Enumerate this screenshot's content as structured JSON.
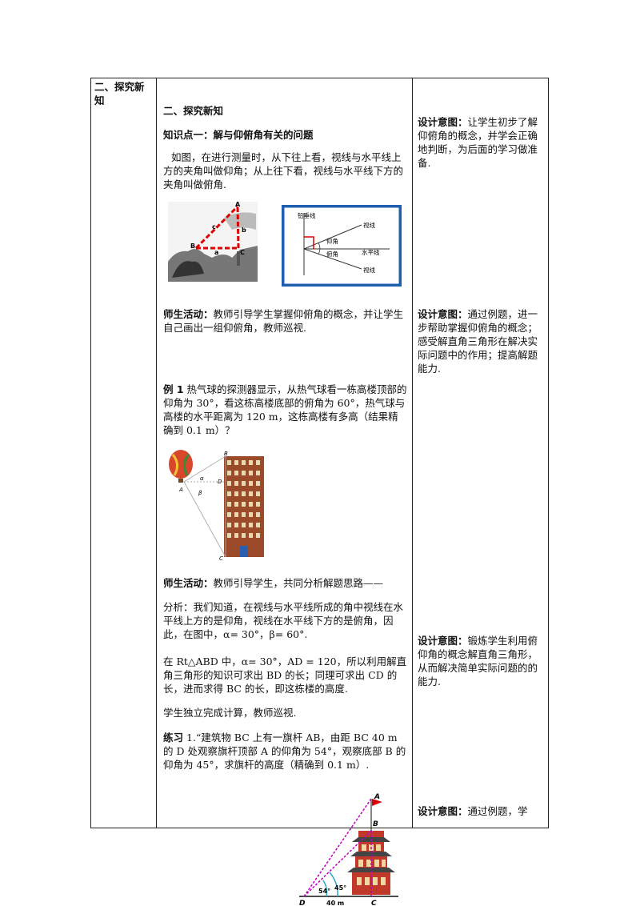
{
  "section": {
    "label_left": "二、探究新知",
    "heading": "二、探究新知",
    "knowledge_point": "知识点一：解与仰俯角有关的问题",
    "intro": "如图，在进行测量时，从下往上看，视线与水平线上方的夹角叫做仰角；从上往下看，视线与水平线下方的夹角叫做俯角."
  },
  "figure1": {
    "labels": [
      "A",
      "c",
      "b",
      "B",
      "a",
      "C"
    ]
  },
  "figure2": {
    "labels": [
      "铅垂线",
      "视线",
      "仰角",
      "俯角",
      "水平线",
      "视线"
    ]
  },
  "activity1": {
    "title": "师生活动：",
    "text": "教师引导学生掌握仰俯角的概念，并让学生自己画出一组仰俯角，教师巡视."
  },
  "example1": {
    "title": "例 1",
    "text": "热气球的探测器显示，从热气球看一栋高楼顶部的仰角为 30°，看这栋高楼底部的俯角为 60°，热气球与高楼的水平距离为 120 m，这栋高楼有多高（结果精确到 0.1 m）？"
  },
  "figure3": {
    "labels": [
      "B",
      "α",
      "D",
      "A",
      "β",
      "C"
    ]
  },
  "activity2": {
    "title": "师生活动：",
    "text": "教师引导学生，共同分析解题思路——"
  },
  "analysis": {
    "p1": "分析：我们知道，在视线与水平线所成的角中视线在水平线上方的是仰角，视线在水平线下方的是俯角，因此，在图中，α= 30°，β= 60°.",
    "p2": "在 Rt△ABD 中，α= 30°，AD = 120，所以利用解直角三角形的知识可求出 BD 的长；同理可求出 CD 的长，进而求得 BC 的长，即这栋楼的高度.",
    "p3": "学生独立完成计算，教师巡视."
  },
  "exercise": {
    "title": "练习",
    "text": "1.“建筑物 BC 上有一旗杆 AB，由距 BC 40 m 的 D 处观察旗杆顶部 A 的仰角为 54°，观察底部 B 的仰角为 45°，求旗杆的高度（精确到 0.1 m）."
  },
  "figure4": {
    "labels": [
      "A",
      "B",
      "54°",
      "45°",
      "D",
      "40 m",
      "C"
    ]
  },
  "design": {
    "title": "设计意图：",
    "d1": "让学生初步了解仰俯角的概念，并学会正确地判断，为后面的学习做准备.",
    "d2": "通过例题，进一步帮助掌握仰俯角的概念；感受解直角三角形在解决实际问题中的作用；提高解题能力.",
    "d3": "锻炼学生利用俯仰角的概念解直角三角形，从而解决简单实际问题的的能力.",
    "d4": "通过例题，学"
  }
}
